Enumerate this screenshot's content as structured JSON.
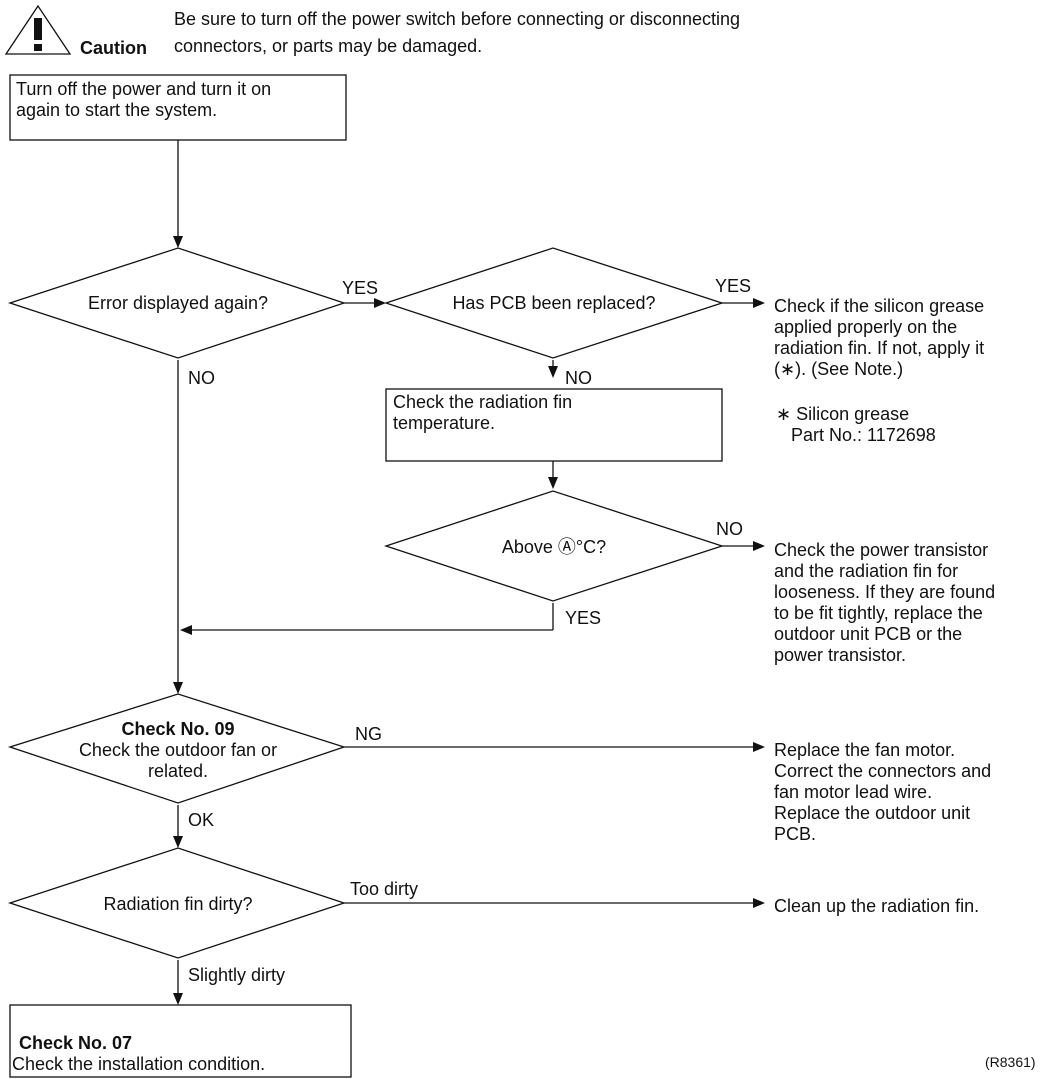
{
  "caution": {
    "label": "Caution",
    "text_line1": "Be sure to turn off the power switch before connecting or disconnecting",
    "text_line2": "connectors, or parts may be damaged."
  },
  "steps": {
    "start": {
      "line1": "Turn off the power and turn it on",
      "line2": "again to start the system."
    },
    "error_again": {
      "label": "Error displayed again?"
    },
    "pcb_replaced": {
      "label": "Has PCB been replaced?"
    },
    "radiation_temp": {
      "line1": "Check the radiation fin",
      "line2": "temperature."
    },
    "above_temp": {
      "label": "Above Ⓐ°C?"
    },
    "check09": {
      "title": "Check No. 09",
      "line1": "Check the outdoor fan or",
      "line2": "related."
    },
    "fin_dirty": {
      "label": "Radiation fin dirty?"
    },
    "check07": {
      "title": "Check No. 07",
      "line1": "Check the installation condition."
    }
  },
  "branches": {
    "yes1": "YES",
    "yes2": "YES",
    "no1": "NO",
    "no2": "NO",
    "no3": "NO",
    "yes3": "YES",
    "ng": "NG",
    "ok": "OK",
    "too_dirty": "Too dirty",
    "slightly_dirty": "Slightly dirty"
  },
  "results": {
    "grease": [
      "Check if the silicon grease",
      "applied properly on the",
      "radiation fin. If not, apply it",
      "(∗). (See Note.)"
    ],
    "grease_note": [
      "∗ Silicon grease",
      "Part No.: 1172698"
    ],
    "transistor": [
      "Check the power transistor",
      "and the radiation fin for",
      "looseness. If they are found",
      "to be fit tightly, replace the",
      "outdoor unit PCB or the",
      "power transistor."
    ],
    "fan_motor": [
      "Replace the fan motor.",
      "Correct the connectors and",
      "fan motor lead wire.",
      "Replace the outdoor unit",
      "PCB."
    ],
    "clean_fin": "Clean up the radiation fin."
  },
  "figure_code": "(R8361)"
}
